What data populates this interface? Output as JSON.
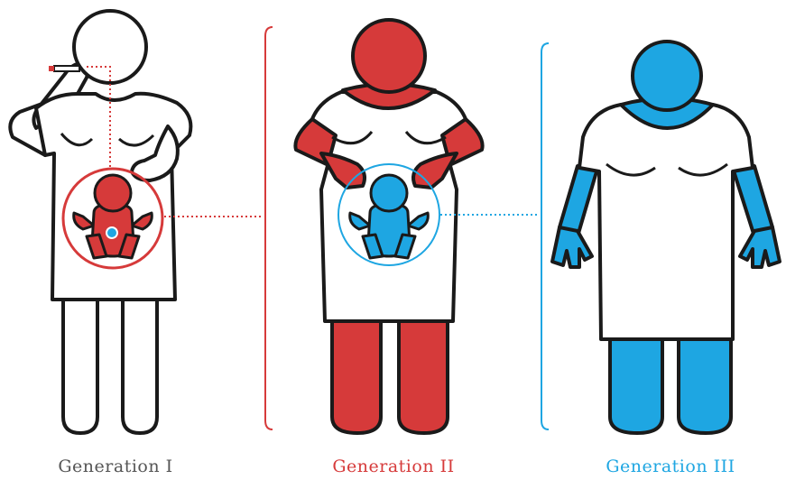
{
  "colors": {
    "red": "#d63a3a",
    "blue": "#1ea6e2",
    "outline": "#1a1a1a",
    "gray_label": "#555555",
    "white": "#ffffff"
  },
  "generations": [
    {
      "label": "Generation I",
      "color": "#555555",
      "icon": "smoking-pregnant-woman-outline"
    },
    {
      "label": "Generation II",
      "color": "#d63a3a",
      "icon": "pregnant-woman-red"
    },
    {
      "label": "Generation III",
      "color": "#1ea6e2",
      "icon": "woman-blue"
    }
  ],
  "fetus_icons": [
    "fetus-red-icon",
    "fetus-blue-icon"
  ],
  "extra_icons": [
    "cigarette-icon",
    "germ-cell-dot-icon"
  ]
}
